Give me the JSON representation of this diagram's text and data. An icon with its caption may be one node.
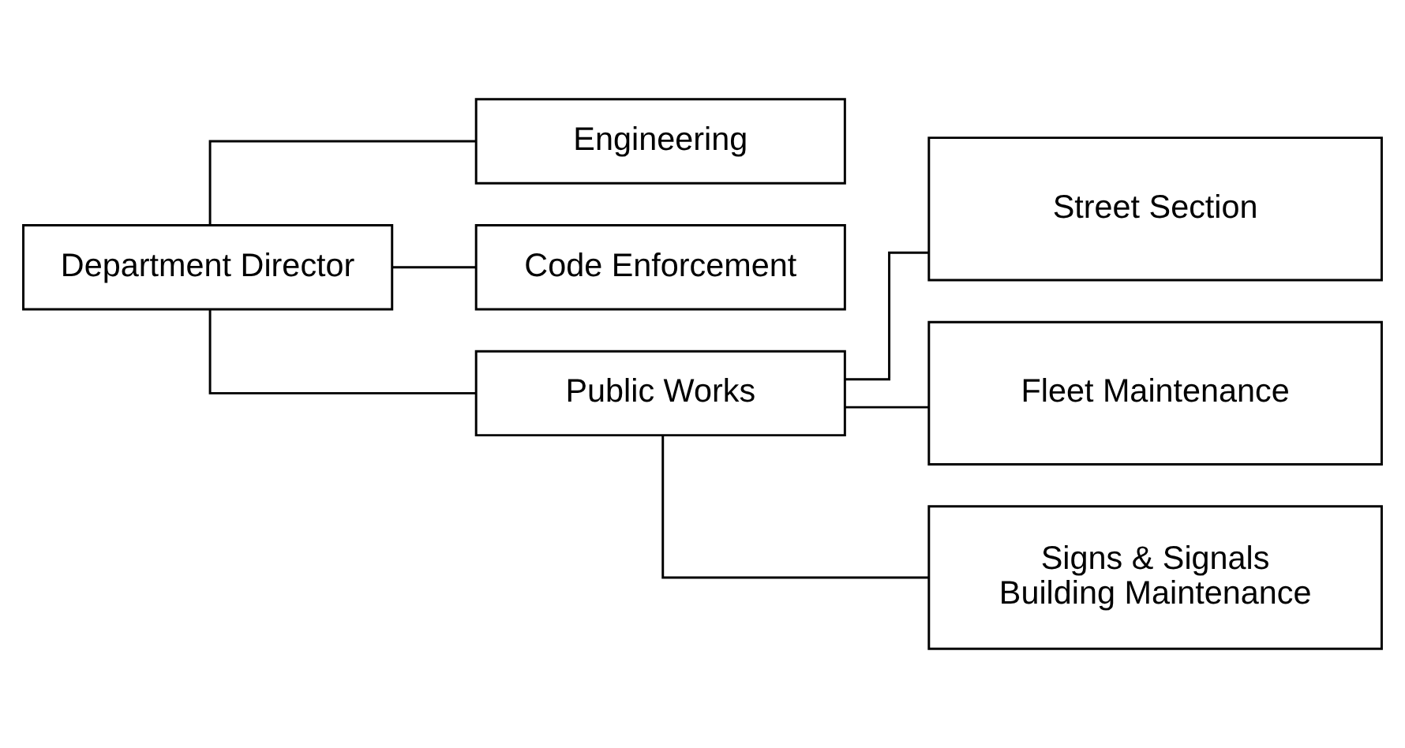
{
  "diagram": {
    "nodes": [
      {
        "text": [
          "Department Director"
        ]
      },
      {
        "text": [
          "Engineering"
        ]
      },
      {
        "text": [
          "Code Enforcement"
        ]
      },
      {
        "text": [
          "Public Works"
        ]
      },
      {
        "text": [
          "Street Section"
        ]
      },
      {
        "text": [
          "Fleet Maintenance"
        ]
      },
      {
        "text": [
          "Signs & Signals",
          "Building Maintenance"
        ]
      }
    ],
    "edges": [
      {
        "from": 0,
        "to": 1,
        "arrow": "none"
      },
      {
        "from": 0,
        "to": 2,
        "arrow": "none"
      },
      {
        "from": 0,
        "to": 3,
        "arrow": "none"
      },
      {
        "from": 3,
        "to": 4,
        "arrow": "none"
      },
      {
        "from": 3,
        "to": 5,
        "arrow": "none"
      },
      {
        "from": 3,
        "to": 6,
        "arrow": "none"
      }
    ]
  }
}
